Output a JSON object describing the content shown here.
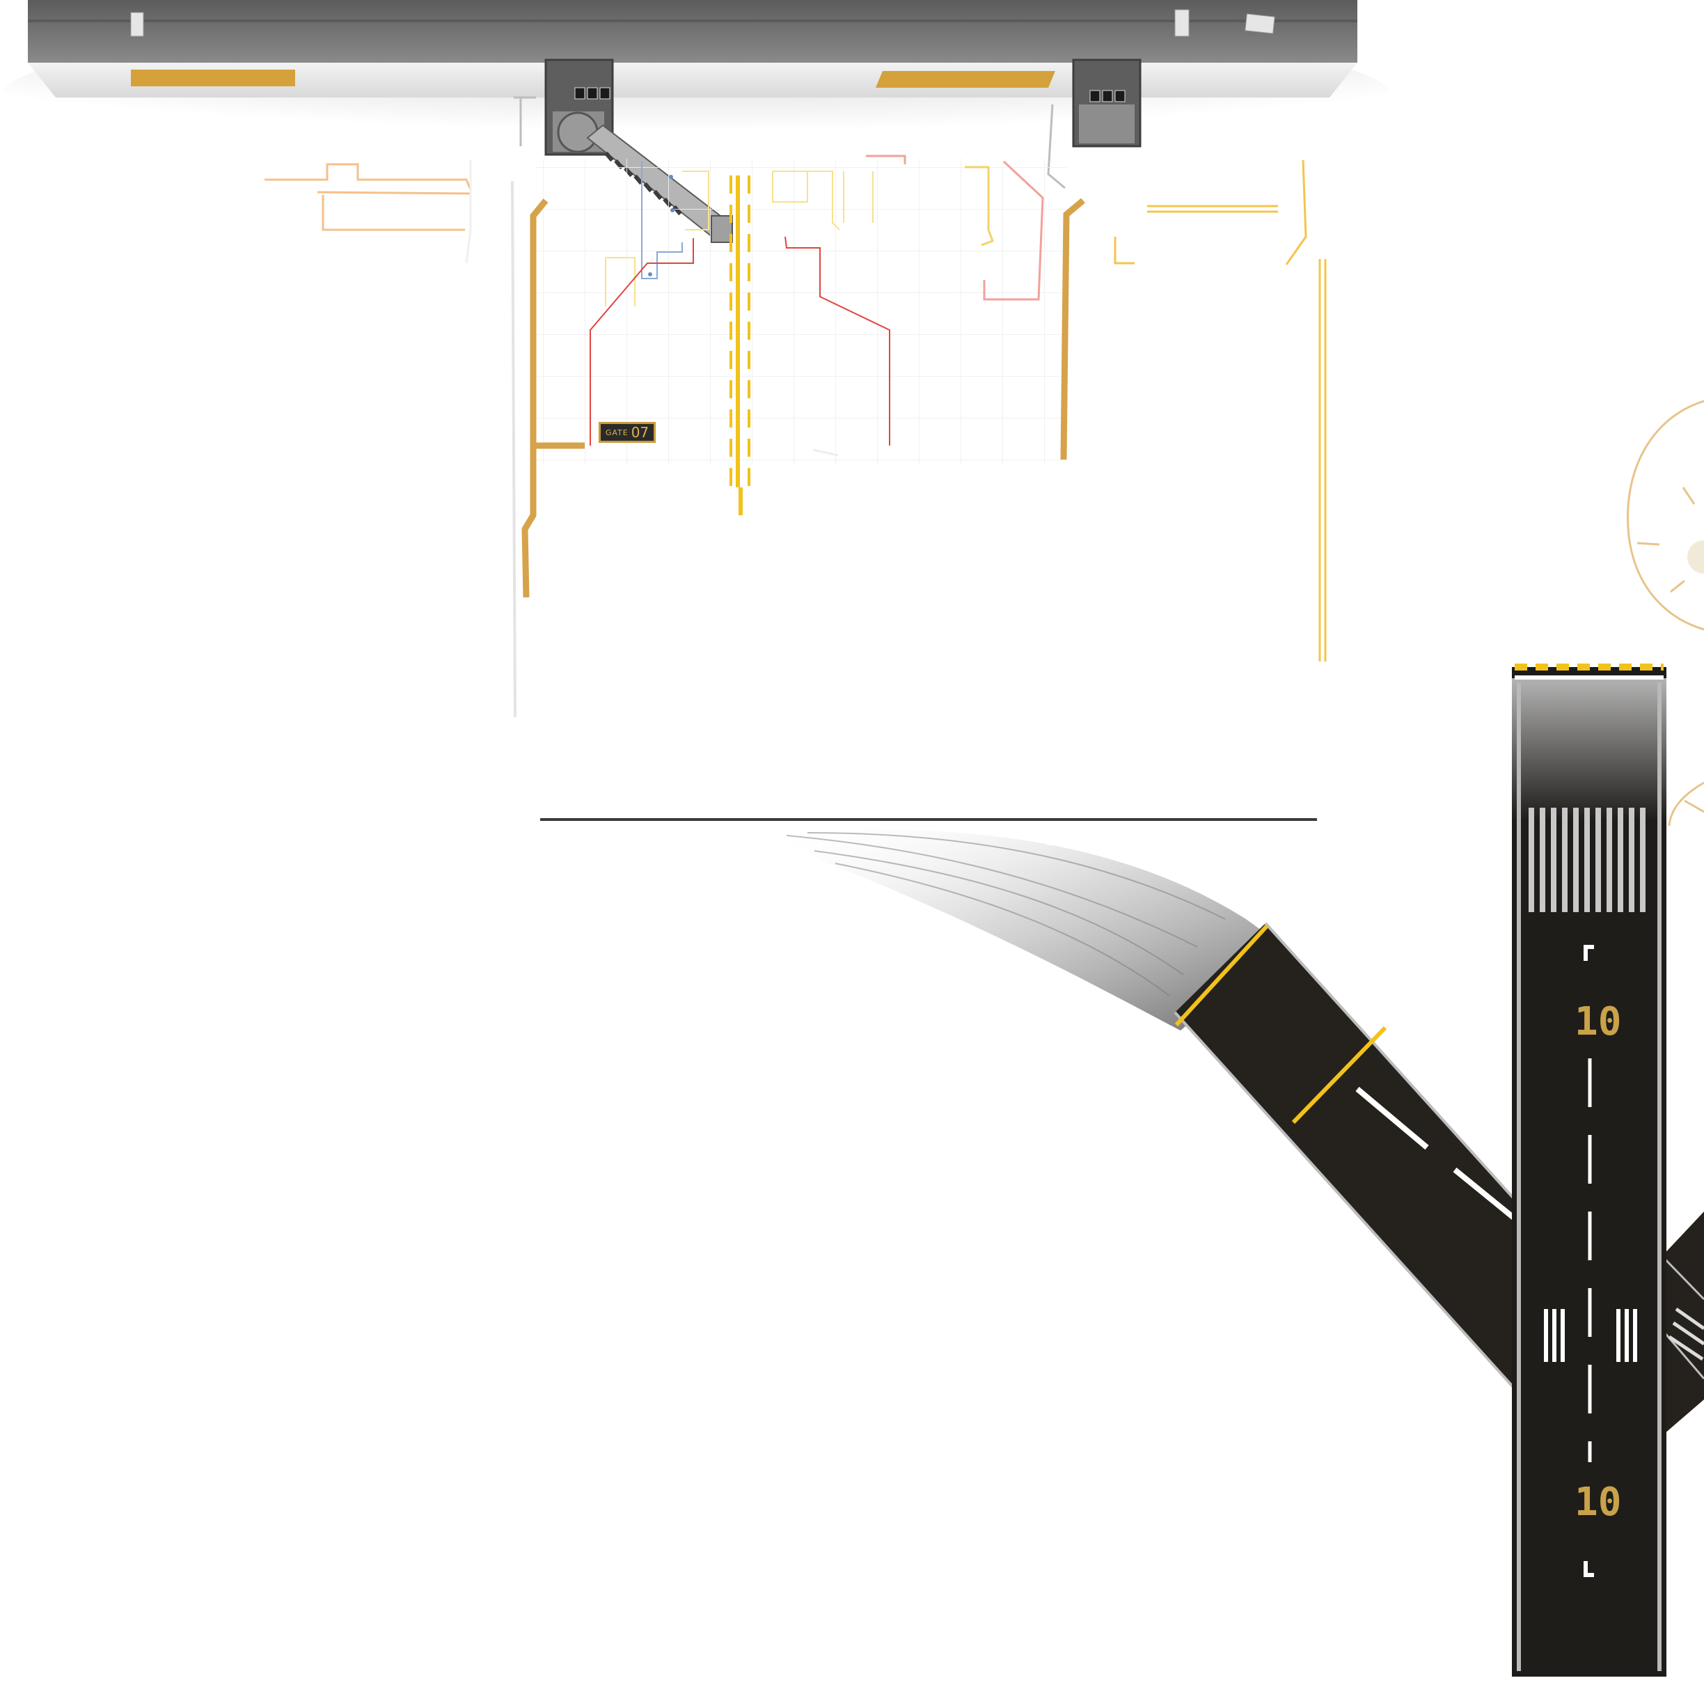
{
  "scene": {
    "type": "top-down airport map",
    "background_color": "#ffffff",
    "terminal": {
      "roof_color": "#6e6e6e",
      "facade_color": "#e8e8e8",
      "accent_color": "#d4a13a",
      "jet_bridge_panels": [
        "▢▢▢",
        "▢▢▢"
      ]
    },
    "gate": {
      "word": "GATE",
      "number": "07",
      "sign_color": "#c99a3a"
    },
    "apron": {
      "centerline_color": "#f2c21b",
      "stand_line_color": "#e2574c",
      "lead_line_color": "#d6a24a",
      "grid_color": "#eeeeee"
    },
    "runway": {
      "surface_color": "#1f1d1a",
      "edge_color": "#b9b9b9",
      "threshold_color": "#f2c21b",
      "number_top": "10",
      "number_bottom": "10"
    },
    "taxiway": {
      "surface_color": "#25221d",
      "hold_line_color": "#f2c21b"
    }
  }
}
